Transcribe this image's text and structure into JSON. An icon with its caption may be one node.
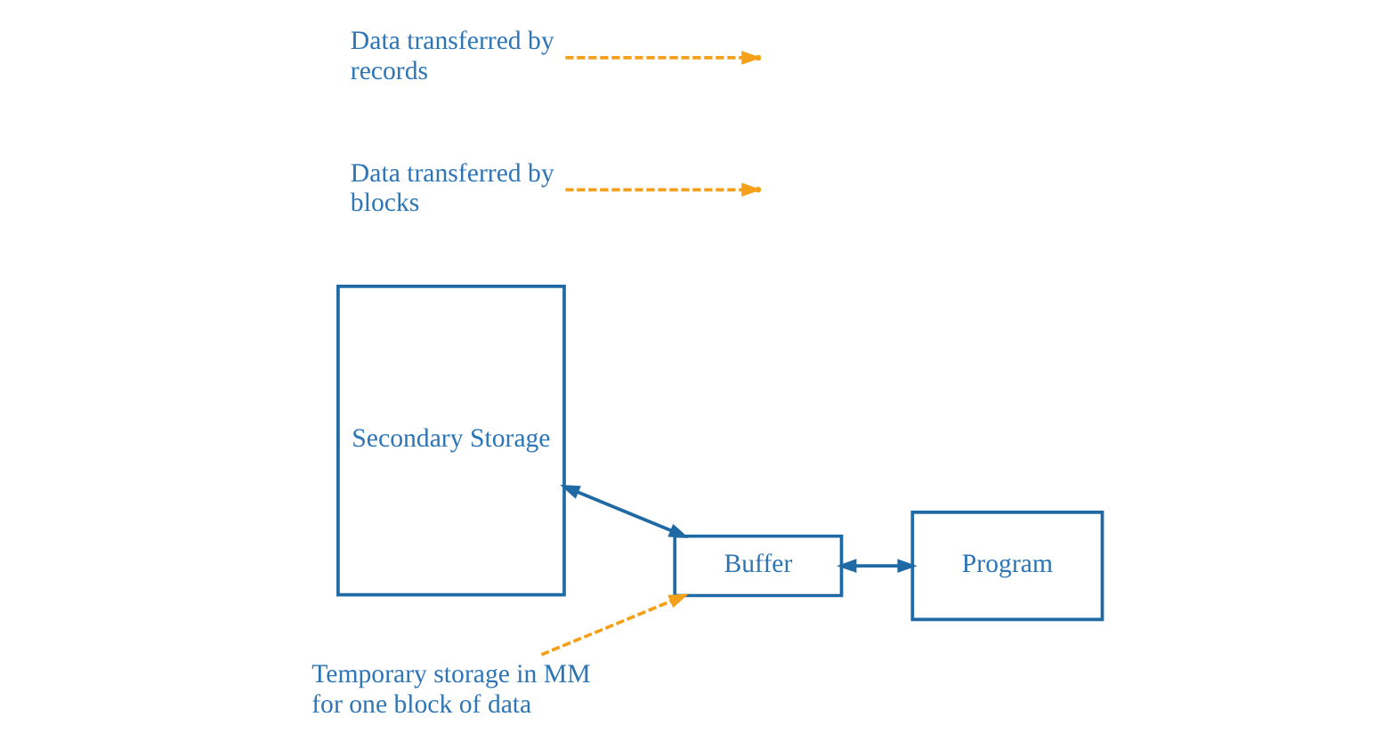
{
  "diagram": {
    "nodes": [
      {
        "text": [
          "Secondary Storage"
        ]
      },
      {
        "text": [
          "Buffer"
        ]
      },
      {
        "text": [
          "Program"
        ]
      },
      {
        "text": [
          "Data transferred by blocks"
        ]
      },
      {
        "text": [
          "Temporary storage in MM for one block of data"
        ]
      },
      {
        "text": [
          "Data transferred by records"
        ]
      }
    ],
    "edges": [
      {
        "from": 0,
        "to": 1,
        "arrow": "both",
        "color": "#1f6aa5"
      },
      {
        "from": 1,
        "to": 2,
        "arrow": "both",
        "color": "#1f6aa5"
      },
      {
        "from": 3,
        "to": null,
        "arrow": "to",
        "style": "dashed",
        "color": "#f5a01a"
      },
      {
        "from": 4,
        "to": 1,
        "arrow": "to",
        "style": "dashed",
        "color": "#f5a01a"
      },
      {
        "from": 5,
        "to": null,
        "arrow": "to",
        "style": "dashed",
        "color": "#f5a01a"
      }
    ]
  }
}
